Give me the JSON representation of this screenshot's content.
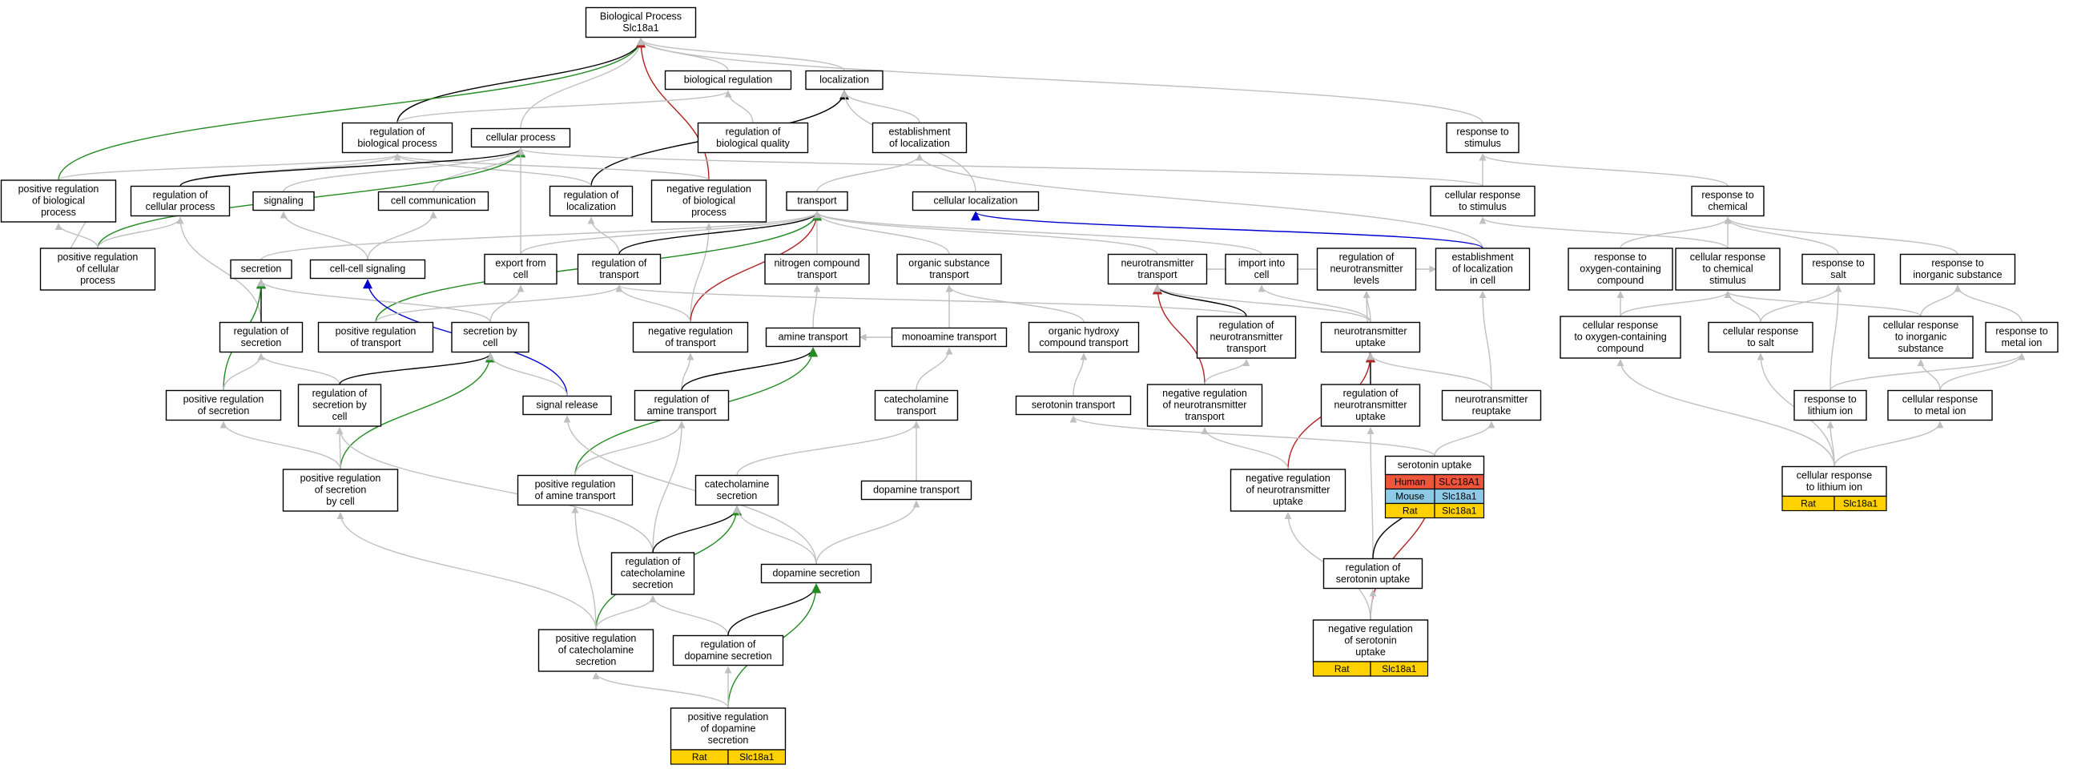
{
  "colors": {
    "gray": "#c0c0c0",
    "black": "#000000",
    "red": "#b22222",
    "green": "#228b22",
    "blue": "#0000cd",
    "human": "#ef553b",
    "mouse": "#8ecae6",
    "rat": "#ffd100"
  },
  "nodes": [
    {
      "id": "bp",
      "label": [
        "Biological Process",
        "Slc18a1"
      ]
    },
    {
      "id": "bioreg",
      "label": [
        "biological regulation"
      ]
    },
    {
      "id": "loc",
      "label": [
        "localization"
      ]
    },
    {
      "id": "regbp",
      "label": [
        "regulation of",
        "biological process"
      ]
    },
    {
      "id": "cellproc",
      "label": [
        "cellular process"
      ]
    },
    {
      "id": "regbq",
      "label": [
        "regulation of",
        "biological quality"
      ]
    },
    {
      "id": "estloc",
      "label": [
        "establishment",
        "of localization"
      ]
    },
    {
      "id": "respstim",
      "label": [
        "response to",
        "stimulus"
      ]
    },
    {
      "id": "posregbp",
      "label": [
        "positive regulation",
        "of biological",
        "process"
      ]
    },
    {
      "id": "regcp",
      "label": [
        "regulation of",
        "cellular process"
      ]
    },
    {
      "id": "signaling",
      "label": [
        "signaling"
      ]
    },
    {
      "id": "cellcomm",
      "label": [
        "cell communication"
      ]
    },
    {
      "id": "regloc",
      "label": [
        "regulation of",
        "localization"
      ]
    },
    {
      "id": "negregbp",
      "label": [
        "negative regulation",
        "of biological",
        "process"
      ]
    },
    {
      "id": "transport",
      "label": [
        "transport"
      ]
    },
    {
      "id": "cellloc",
      "label": [
        "cellular localization"
      ]
    },
    {
      "id": "cellrespstim",
      "label": [
        "cellular response",
        "to stimulus"
      ]
    },
    {
      "id": "respchem",
      "label": [
        "response to",
        "chemical"
      ]
    },
    {
      "id": "posregcp",
      "label": [
        "positive regulation",
        "of cellular",
        "process"
      ]
    },
    {
      "id": "secretion",
      "label": [
        "secretion"
      ]
    },
    {
      "id": "cellcellsig",
      "label": [
        "cell-cell signaling"
      ]
    },
    {
      "id": "exportcell",
      "label": [
        "export from",
        "cell"
      ]
    },
    {
      "id": "regtrans",
      "label": [
        "regulation of",
        "transport"
      ]
    },
    {
      "id": "ncompt",
      "label": [
        "nitrogen compound",
        "transport"
      ]
    },
    {
      "id": "orgsubst",
      "label": [
        "organic substance",
        "transport"
      ]
    },
    {
      "id": "ntt",
      "label": [
        "neurotransmitter",
        "transport"
      ]
    },
    {
      "id": "importcell",
      "label": [
        "import into",
        "cell"
      ]
    },
    {
      "id": "regntlev",
      "label": [
        "regulation of",
        "neurotransmitter",
        "levels"
      ]
    },
    {
      "id": "estlocincell",
      "label": [
        "establishment",
        "of localization",
        "in cell"
      ]
    },
    {
      "id": "respoxy",
      "label": [
        "response to",
        "oxygen-containing",
        "compound"
      ]
    },
    {
      "id": "cellrespchem",
      "label": [
        "cellular response",
        "to chemical",
        "stimulus"
      ]
    },
    {
      "id": "respsalt",
      "label": [
        "response to",
        "salt"
      ]
    },
    {
      "id": "respinorg",
      "label": [
        "response to",
        "inorganic substance"
      ]
    },
    {
      "id": "regsec",
      "label": [
        "regulation of",
        "secretion"
      ]
    },
    {
      "id": "posregtrans",
      "label": [
        "positive regulation",
        "of transport"
      ]
    },
    {
      "id": "secbycell",
      "label": [
        "secretion by",
        "cell"
      ]
    },
    {
      "id": "negregtrans",
      "label": [
        "negative regulation",
        "of transport"
      ]
    },
    {
      "id": "aminetrans",
      "label": [
        "amine transport"
      ]
    },
    {
      "id": "monoamine",
      "label": [
        "monoamine transport"
      ]
    },
    {
      "id": "orghydroxy",
      "label": [
        "organic hydroxy",
        "compound transport"
      ]
    },
    {
      "id": "regntt",
      "label": [
        "regulation of",
        "neurotransmitter",
        "transport"
      ]
    },
    {
      "id": "ntuptake",
      "label": [
        "neurotransmitter",
        "uptake"
      ]
    },
    {
      "id": "cellrespoxy",
      "label": [
        "cellular response",
        "to oxygen-containing",
        "compound"
      ]
    },
    {
      "id": "cellrespsalt",
      "label": [
        "cellular response",
        "to salt"
      ]
    },
    {
      "id": "cellrespinorg",
      "label": [
        "cellular response",
        "to inorganic",
        "substance"
      ]
    },
    {
      "id": "respmetal",
      "label": [
        "response to",
        "metal ion"
      ]
    },
    {
      "id": "posregsec",
      "label": [
        "positive regulation",
        "of secretion"
      ]
    },
    {
      "id": "regsecbycell",
      "label": [
        "regulation of",
        "secretion by",
        "cell"
      ]
    },
    {
      "id": "sigrel",
      "label": [
        "signal release"
      ]
    },
    {
      "id": "regaminetrans",
      "label": [
        "regulation of",
        "amine transport"
      ]
    },
    {
      "id": "catechtrans",
      "label": [
        "catecholamine",
        "transport"
      ]
    },
    {
      "id": "serotrans",
      "label": [
        "serotonin transport"
      ]
    },
    {
      "id": "negregntt",
      "label": [
        "negative regulation",
        "of neurotransmitter",
        "transport"
      ]
    },
    {
      "id": "regntuptake",
      "label": [
        "regulation of",
        "neurotransmitter",
        "uptake"
      ]
    },
    {
      "id": "ntreuptake",
      "label": [
        "neurotransmitter",
        "reuptake"
      ]
    },
    {
      "id": "resplithium",
      "label": [
        "response to",
        "lithium ion"
      ]
    },
    {
      "id": "cellrespmetal",
      "label": [
        "cellular response",
        "to metal ion"
      ]
    },
    {
      "id": "serouptake",
      "label": [
        "serotonin uptake"
      ]
    },
    {
      "id": "posregsecbycell",
      "label": [
        "positive regulation",
        "of secretion",
        "by cell"
      ]
    },
    {
      "id": "posregamine",
      "label": [
        "positive regulation",
        "of amine transport"
      ]
    },
    {
      "id": "catechsec",
      "label": [
        "catecholamine",
        "secretion"
      ]
    },
    {
      "id": "dopatrans",
      "label": [
        "dopamine transport"
      ]
    },
    {
      "id": "negregntuptake",
      "label": [
        "negative regulation",
        "of neurotransmitter",
        "uptake"
      ]
    },
    {
      "id": "cellresplithium",
      "label": [
        "cellular response",
        "to lithium ion"
      ]
    },
    {
      "id": "regcatechsec",
      "label": [
        "regulation of",
        "catecholamine",
        "secretion"
      ]
    },
    {
      "id": "dopasec",
      "label": [
        "dopamine secretion"
      ]
    },
    {
      "id": "regserouptake",
      "label": [
        "regulation of",
        "serotonin uptake"
      ]
    },
    {
      "id": "posregcatechsec",
      "label": [
        "positive regulation",
        "of catecholamine",
        "secretion"
      ]
    },
    {
      "id": "regdopasec",
      "label": [
        "regulation of",
        "dopamine secretion"
      ]
    },
    {
      "id": "negregserouptake",
      "label": [
        "negative regulation",
        "of serotonin",
        "uptake"
      ]
    },
    {
      "id": "posregdopasec",
      "label": [
        "positive regulation",
        "of dopamine",
        "secretion"
      ]
    }
  ],
  "annotations": [
    {
      "node": "serouptake",
      "rows": [
        {
          "species": "Human",
          "gene": "SLC18A1",
          "color": "human"
        },
        {
          "species": "Mouse",
          "gene": "Slc18a1",
          "color": "mouse"
        },
        {
          "species": "Rat",
          "gene": "Slc18a1",
          "color": "rat"
        }
      ]
    },
    {
      "node": "cellresplithium",
      "rows": [
        {
          "species": "Rat",
          "gene": "Slc18a1",
          "color": "rat"
        }
      ]
    },
    {
      "node": "negregserouptake",
      "rows": [
        {
          "species": "Rat",
          "gene": "Slc18a1",
          "color": "rat"
        }
      ]
    },
    {
      "node": "posregdopasec",
      "rows": [
        {
          "species": "Rat",
          "gene": "Slc18a1",
          "color": "rat"
        }
      ]
    }
  ],
  "edges": [
    [
      "bioreg",
      "bp",
      "gray"
    ],
    [
      "loc",
      "bp",
      "gray"
    ],
    [
      "regbp",
      "bp",
      "black"
    ],
    [
      "cellproc",
      "bp",
      "gray"
    ],
    [
      "posregbp",
      "bp",
      "green"
    ],
    [
      "negregbp",
      "bp",
      "red"
    ],
    [
      "respstim",
      "bp",
      "gray"
    ],
    [
      "regbp",
      "bioreg",
      "gray"
    ],
    [
      "regbq",
      "bioreg",
      "gray"
    ],
    [
      "estloc",
      "loc",
      "gray"
    ],
    [
      "regloc",
      "loc",
      "black"
    ],
    [
      "cellloc",
      "loc",
      "gray"
    ],
    [
      "posregbp",
      "regbp",
      "gray"
    ],
    [
      "negregbp",
      "regbp",
      "gray"
    ],
    [
      "regcp",
      "regbp",
      "gray"
    ],
    [
      "regloc",
      "regbp",
      "gray"
    ],
    [
      "regcp",
      "cellproc",
      "black"
    ],
    [
      "signaling",
      "cellproc",
      "gray"
    ],
    [
      "cellcomm",
      "cellproc",
      "gray"
    ],
    [
      "posregcp",
      "cellproc",
      "green"
    ],
    [
      "exportcell",
      "cellproc",
      "gray"
    ],
    [
      "cellrespstim",
      "cellproc",
      "gray"
    ],
    [
      "transport",
      "estloc",
      "gray"
    ],
    [
      "estlocincell",
      "estloc",
      "gray"
    ],
    [
      "cellrespstim",
      "respstim",
      "gray"
    ],
    [
      "respchem",
      "respstim",
      "gray"
    ],
    [
      "posregcp",
      "posregbp",
      "gray"
    ],
    [
      "posregcp",
      "regcp",
      "gray"
    ],
    [
      "regsec",
      "regcp",
      "gray"
    ],
    [
      "cellcellsig",
      "signaling",
      "gray"
    ],
    [
      "cellcellsig",
      "cellcomm",
      "gray"
    ],
    [
      "regtrans",
      "regloc",
      "gray"
    ],
    [
      "negregtrans",
      "negregbp",
      "gray"
    ],
    [
      "regtrans",
      "transport",
      "black"
    ],
    [
      "ncompt",
      "transport",
      "gray"
    ],
    [
      "orgsubst",
      "transport",
      "gray"
    ],
    [
      "ntt",
      "transport",
      "gray"
    ],
    [
      "importcell",
      "transport",
      "gray"
    ],
    [
      "negregtrans",
      "transport",
      "red"
    ],
    [
      "posregtrans",
      "transport",
      "green"
    ],
    [
      "exportcell",
      "transport",
      "gray"
    ],
    [
      "secretion",
      "transport",
      "gray"
    ],
    [
      "estlocincell",
      "cellloc",
      "blue"
    ],
    [
      "cellrespchem",
      "cellrespstim",
      "gray"
    ],
    [
      "respoxy",
      "respchem",
      "gray"
    ],
    [
      "cellrespchem",
      "respchem",
      "gray"
    ],
    [
      "respsalt",
      "respchem",
      "gray"
    ],
    [
      "respinorg",
      "respchem",
      "gray"
    ],
    [
      "regsec",
      "secretion",
      "black"
    ],
    [
      "posregsec",
      "secretion",
      "green"
    ],
    [
      "secbycell",
      "secretion",
      "gray"
    ],
    [
      "sigrel",
      "cellcellsig",
      "blue"
    ],
    [
      "secbycell",
      "exportcell",
      "gray"
    ],
    [
      "posregtrans",
      "regtrans",
      "gray"
    ],
    [
      "negregtrans",
      "regtrans",
      "gray"
    ],
    [
      "regntt",
      "regtrans",
      "gray"
    ],
    [
      "aminetrans",
      "ncompt",
      "gray"
    ],
    [
      "monoamine",
      "orgsubst",
      "gray"
    ],
    [
      "orghydroxy",
      "orgsubst",
      "gray"
    ],
    [
      "regntt",
      "ntt",
      "black"
    ],
    [
      "negregntt",
      "ntt",
      "red"
    ],
    [
      "ntuptake",
      "ntt",
      "gray"
    ],
    [
      "ntuptake",
      "importcell",
      "gray"
    ],
    [
      "ntuptake",
      "regntlev",
      "gray"
    ],
    [
      "regntuptake",
      "regntlev",
      "gray"
    ],
    [
      "ntreuptake",
      "estlocincell",
      "gray"
    ],
    [
      "cellrespoxy",
      "respoxy",
      "gray"
    ],
    [
      "cellrespoxy",
      "cellrespchem",
      "gray"
    ],
    [
      "cellrespsalt",
      "cellrespchem",
      "gray"
    ],
    [
      "cellrespinorg",
      "cellrespchem",
      "gray"
    ],
    [
      "cellrespsalt",
      "respsalt",
      "gray"
    ],
    [
      "resplithium",
      "respsalt",
      "gray"
    ],
    [
      "cellrespinorg",
      "respinorg",
      "gray"
    ],
    [
      "respmetal",
      "respinorg",
      "gray"
    ],
    [
      "posregsec",
      "regsec",
      "gray"
    ],
    [
      "regsecbycell",
      "regsec",
      "gray"
    ],
    [
      "regsecbycell",
      "secbycell",
      "black"
    ],
    [
      "posregsecbycell",
      "secbycell",
      "green"
    ],
    [
      "sigrel",
      "secbycell",
      "gray"
    ],
    [
      "regaminetrans",
      "negregtrans",
      "gray"
    ],
    [
      "regaminetrans",
      "aminetrans",
      "black"
    ],
    [
      "posregamine",
      "aminetrans",
      "green"
    ],
    [
      "monoamine",
      "aminetrans",
      "gray"
    ],
    [
      "catechtrans",
      "monoamine",
      "gray"
    ],
    [
      "serotrans",
      "orghydroxy",
      "gray"
    ],
    [
      "negregntt",
      "regntt",
      "gray"
    ],
    [
      "regntuptake",
      "ntuptake",
      "black"
    ],
    [
      "negregntuptake",
      "ntuptake",
      "red"
    ],
    [
      "ntreuptake",
      "ntuptake",
      "gray"
    ],
    [
      "cellresplithium",
      "cellrespoxy",
      "gray"
    ],
    [
      "cellresplithium",
      "cellrespsalt",
      "gray"
    ],
    [
      "cellrespmetal",
      "cellrespinorg",
      "gray"
    ],
    [
      "resplithium",
      "respmetal",
      "gray"
    ],
    [
      "cellrespmetal",
      "respmetal",
      "gray"
    ],
    [
      "posregsecbycell",
      "posregsec",
      "gray"
    ],
    [
      "posregsecbycell",
      "regsecbycell",
      "gray"
    ],
    [
      "regcatechsec",
      "regsecbycell",
      "gray"
    ],
    [
      "dopasec",
      "sigrel",
      "gray"
    ],
    [
      "posregamine",
      "regaminetrans",
      "gray"
    ],
    [
      "regcatechsec",
      "regaminetrans",
      "gray"
    ],
    [
      "catechsec",
      "catechtrans",
      "gray"
    ],
    [
      "dopatrans",
      "catechtrans",
      "gray"
    ],
    [
      "serouptake",
      "serotrans",
      "gray"
    ],
    [
      "negregntuptake",
      "negregntt",
      "gray"
    ],
    [
      "regserouptake",
      "regntuptake",
      "gray"
    ],
    [
      "serouptake",
      "ntreuptake",
      "gray"
    ],
    [
      "cellresplithium",
      "resplithium",
      "gray"
    ],
    [
      "cellresplithium",
      "cellrespmetal",
      "gray"
    ],
    [
      "regcatechsec",
      "catechsec",
      "black"
    ],
    [
      "posregcatechsec",
      "catechsec",
      "green"
    ],
    [
      "dopasec",
      "catechsec",
      "gray"
    ],
    [
      "dopasec",
      "dopatrans",
      "gray"
    ],
    [
      "negregserouptake",
      "negregntuptake",
      "gray"
    ],
    [
      "regserouptake",
      "serouptake",
      "black"
    ],
    [
      "negregserouptake",
      "serouptake",
      "red"
    ],
    [
      "posregcatechsec",
      "posregsecbycell",
      "gray"
    ],
    [
      "posregcatechsec",
      "posregamine",
      "gray"
    ],
    [
      "posregcatechsec",
      "regcatechsec",
      "gray"
    ],
    [
      "regdopasec",
      "regcatechsec",
      "gray"
    ],
    [
      "regdopasec",
      "dopasec",
      "black"
    ],
    [
      "posregdopasec",
      "dopasec",
      "green"
    ],
    [
      "negregserouptake",
      "regserouptake",
      "gray"
    ],
    [
      "posregdopasec",
      "posregcatechsec",
      "gray"
    ],
    [
      "posregdopasec",
      "regdopasec",
      "gray"
    ],
    [
      "posregbp",
      "posregcp",
      "gray"
    ],
    [
      "ntt",
      "estlocincell",
      "gray"
    ]
  ]
}
